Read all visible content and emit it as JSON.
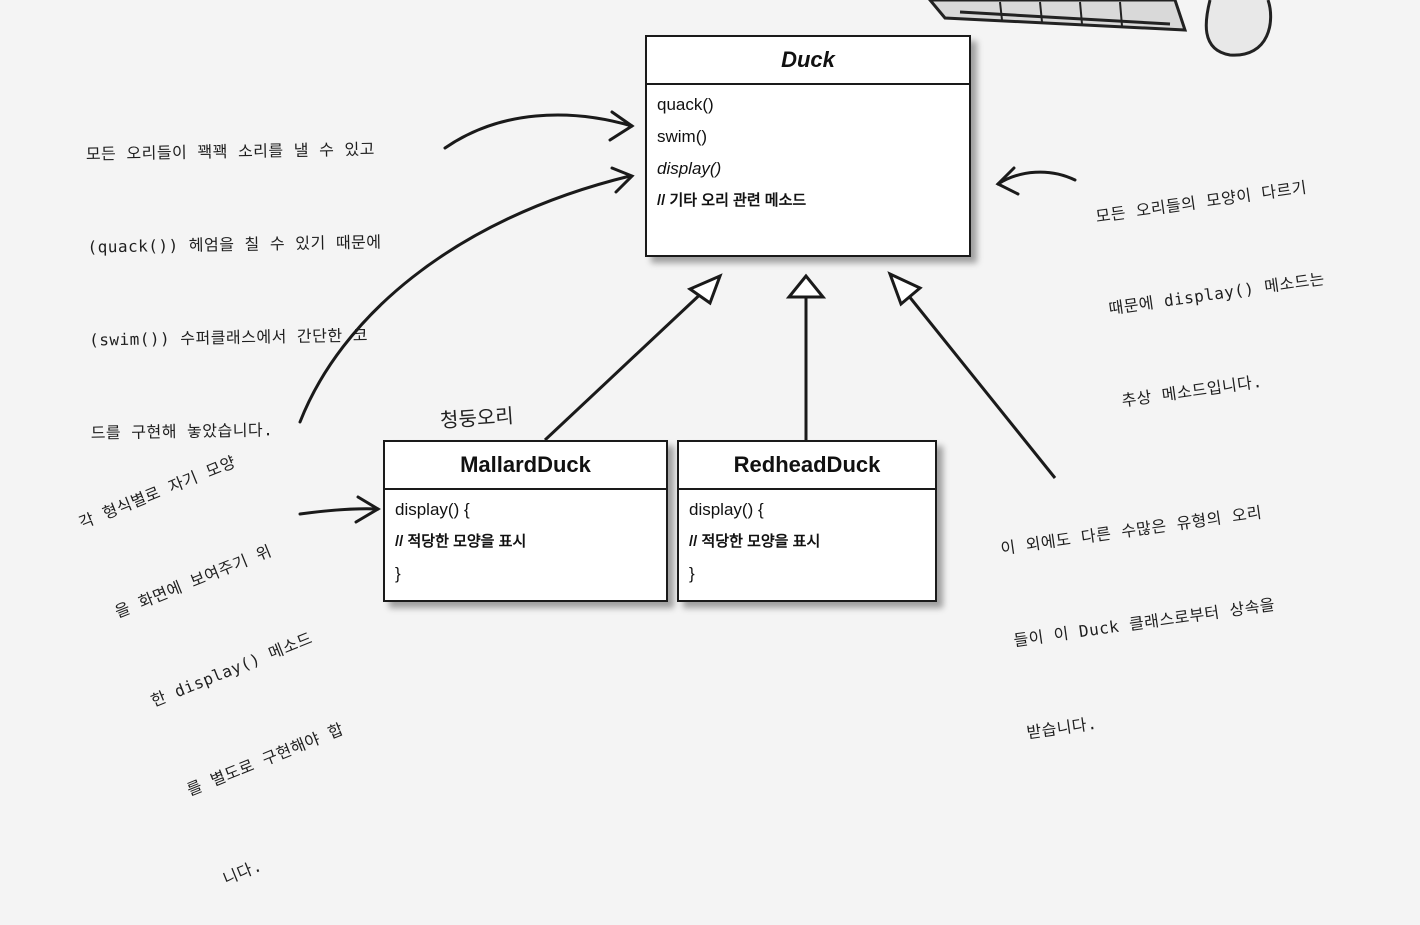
{
  "duck": {
    "title": "Duck",
    "methods": [
      "quack()",
      "swim()",
      "display()",
      "// 기타 오리 관련 메소드"
    ]
  },
  "mallard": {
    "title": "MallardDuck",
    "methods": [
      "display() {",
      "// 적당한 모양을 표시",
      "}"
    ],
    "handwritten_label": "청둥오리"
  },
  "redhead": {
    "title": "RedheadDuck",
    "methods": [
      "display() {",
      "// 적당한 모양을 표시",
      "}"
    ]
  },
  "notes": {
    "top_left": [
      "모든 오리들이 꽥꽥 소리를 낼 수 있고",
      "(quack()) 헤엄을 칠 수 있기 때문에",
      "(swim()) 수퍼클래스에서 간단한 코",
      "드를 구현해 놓았습니다."
    ],
    "right": [
      "모든 오리들의 모양이 다르기",
      "때문에 display() 메소드는",
      "추상 메소드입니다."
    ],
    "bottom_left": [
      "각 형식별로 자기 모양",
      "을 화면에 보여주기 위",
      "한 display() 메소드",
      "를 별도로 구현해야 합",
      "니다."
    ],
    "bottom_right": [
      "이 외에도 다른 수많은 유형의 오리",
      "들이 이 Duck 클래스로부터 상속을",
      "받습니다."
    ]
  }
}
